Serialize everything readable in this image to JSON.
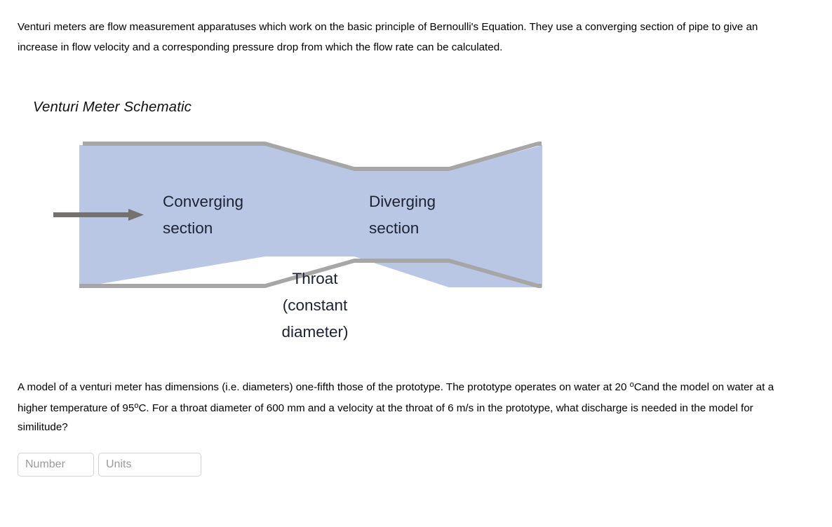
{
  "intro": {
    "text": "Venturi meters are flow measurement apparatuses which work on the basic principle of Bernoulli's Equation. They use a converging section of pipe to give an increase in flow velocity and a corresponding pressure drop from which the flow rate can be calculated."
  },
  "schematic": {
    "title": "Venturi Meter Schematic",
    "labels": {
      "converging": "Converging\nsection",
      "converging_line1": "Converging",
      "converging_line2": "section",
      "diverging_line1": "Diverging",
      "diverging_line2": "section",
      "throat_line1": "Throat",
      "throat_line2": "(constant",
      "throat_line3": "diameter)"
    },
    "flow_arrow": "flow-direction-arrow",
    "colors": {
      "pipe_fill": "#b9c7e5",
      "pipe_wall": "#a6a6a6",
      "arrow": "#767171",
      "label_text": "#1c2233"
    }
  },
  "question": {
    "line1_pre": "A model of a venturi meter has dimensions (i.e. diameters) one-fifth those of the prototype. The prototype operates on water at 20 ",
    "deg1": "o",
    "line1_post": "C",
    "line2_pre": "and the model on water at a higher temperature of 95",
    "deg2": "o",
    "line2_post": "C.  For a throat diameter of 600 mm and a velocity at the throat of 6 m/s in the prototype, what discharge is needed in the model for similitude?"
  },
  "answer": {
    "number_placeholder": "Number",
    "units_placeholder": "Units"
  }
}
